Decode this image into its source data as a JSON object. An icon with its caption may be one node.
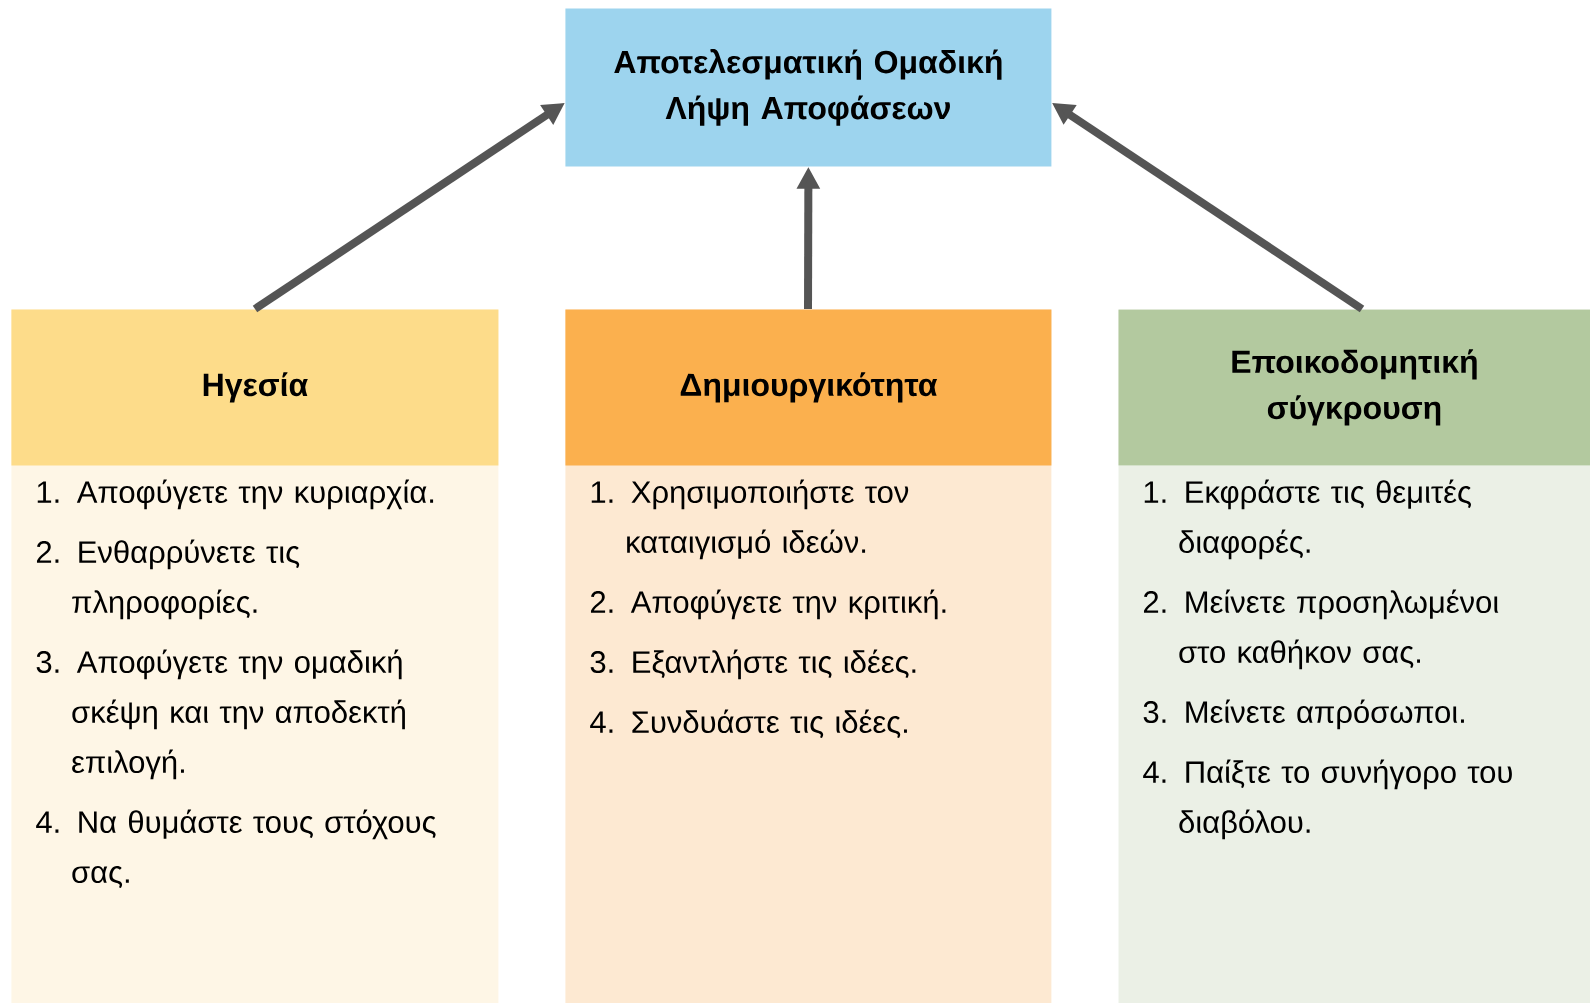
{
  "diagram": {
    "nodes": [
      {
        "text": [
          "Αποτελεσματική Ομαδική Λήψη Αποφάσεων"
        ]
      },
      {
        "text": [
          "Ηγεσία",
          "1. Αποφύγετε την κυριαρχία.",
          "2. Ενθαρρύνετε τις πληροφορίες.",
          "3. Αποφύγετε την ομαδική σκέψη και την αποδεκτή επιλογή.",
          "4. Να θυμάστε τους στόχους σας."
        ]
      },
      {
        "text": [
          "Δημιουργικότητα",
          "1. Χρησιμοποιήστε τον καταιγισμό ιδεών.",
          "2. Αποφύγετε την κριτική.",
          "3. Εξαντλήστε τις ιδέες.",
          "4. Συνδυάστε τις ιδέες."
        ]
      },
      {
        "text": [
          "Εποικοδομητική σύγκρουση",
          "1. Εκφράστε τις θεμιτές διαφορές.",
          "2. Μείνετε προσηλωμένοι στο καθήκον σας.",
          "3. Μείνετε απρόσωποι.",
          "4. Παίξτε το συνήγορο του διαβόλου."
        ]
      }
    ],
    "edges": [
      {
        "from": 1,
        "to": 0,
        "arrow": "to"
      },
      {
        "from": 2,
        "to": 0,
        "arrow": "to"
      },
      {
        "from": 3,
        "to": 0,
        "arrow": "to"
      }
    ]
  }
}
